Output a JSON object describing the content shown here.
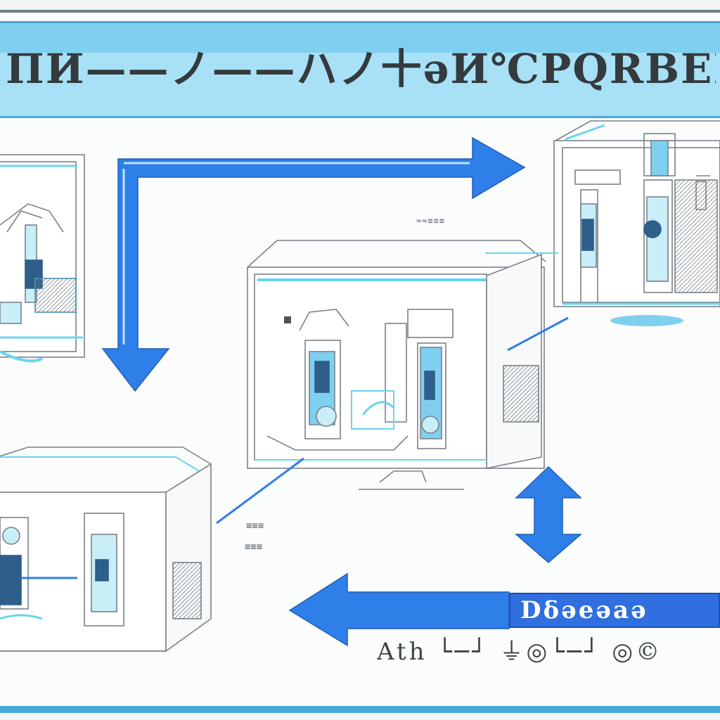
{
  "title": "ΠИ——ノ——ハノ十əИ℃PQRBEEEt十",
  "badge": {
    "label": "Dẟəeəaə"
  },
  "caption": {
    "text": "Ath └─┘ ⏚◎└─┘ ◎©"
  },
  "labels": {
    "top_right_label": "≈≈≡≡≡",
    "mid_label_1": "≡≡≡",
    "mid_label_2": "≡≡≡"
  },
  "colors": {
    "accent_blue": "#2e7fe8",
    "title_bar": "#7fd0f0",
    "badge": "#2f6fe0",
    "machine_line": "#7a8288",
    "machine_cyan": "#69d4ee"
  },
  "icons": [
    "arrow-right-icon",
    "arrow-down-icon",
    "arrow-left-icon",
    "double-arrow-vertical-icon"
  ]
}
